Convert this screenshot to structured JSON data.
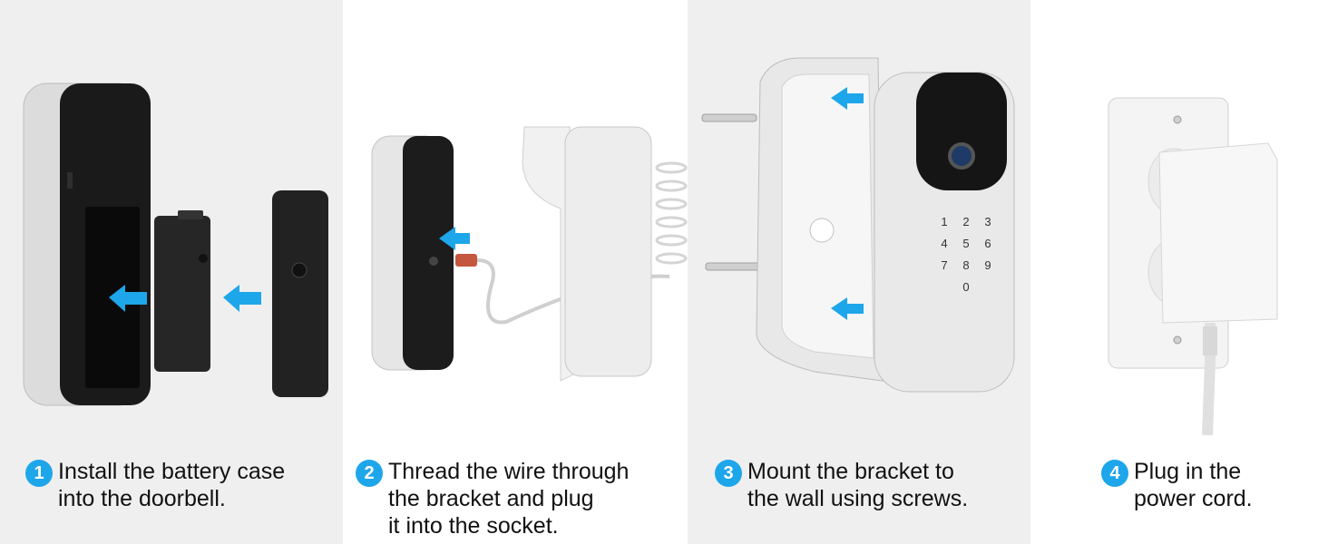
{
  "accent_color": "#1ea6ea",
  "steps": [
    {
      "number": "1",
      "lines": [
        "Install the battery case",
        "into the doorbell."
      ]
    },
    {
      "number": "2",
      "lines": [
        "Thread the wire through",
        "the bracket and plug",
        "it into the socket."
      ]
    },
    {
      "number": "3",
      "lines": [
        "Mount the bracket to",
        "the wall using screws."
      ]
    },
    {
      "number": "4",
      "lines": [
        "Plug in the",
        "power cord."
      ]
    }
  ],
  "keypad_keys": [
    "1",
    "2",
    "3",
    "4",
    "5",
    "6",
    "7",
    "8",
    "9",
    "0"
  ],
  "icons": [
    "arrow-icon",
    "doorbell-camera-icon",
    "keypad-icon",
    "wall-outlet-icon",
    "power-adapter-icon"
  ]
}
